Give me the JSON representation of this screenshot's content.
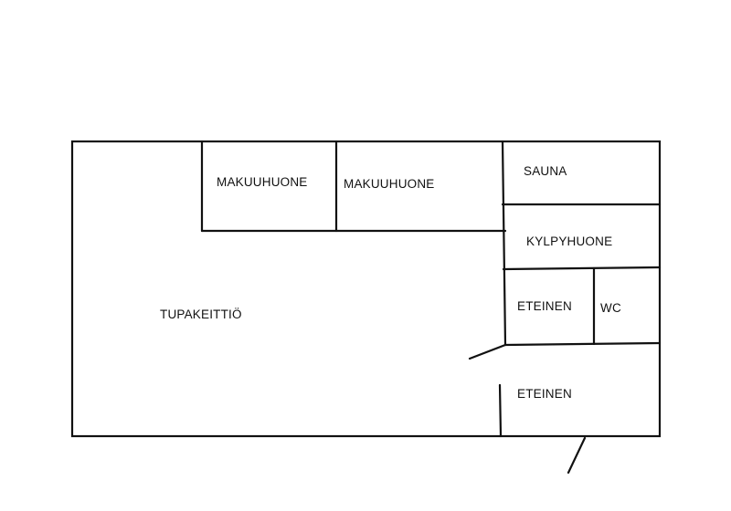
{
  "plan": {
    "rooms": {
      "living_kitchen": "TUPAKEITTIÖ",
      "bedroom_1": "MAKUUHUONE",
      "bedroom_2": "MAKUUHUONE",
      "sauna": "SAUNA",
      "bathroom": "KYLPYHUONE",
      "hall_inner": "ETEINEN",
      "wc": "WC",
      "hall_entry": "ETEINEN"
    },
    "colors": {
      "wall": "#111111",
      "background": "#ffffff",
      "text": "#111111"
    }
  }
}
